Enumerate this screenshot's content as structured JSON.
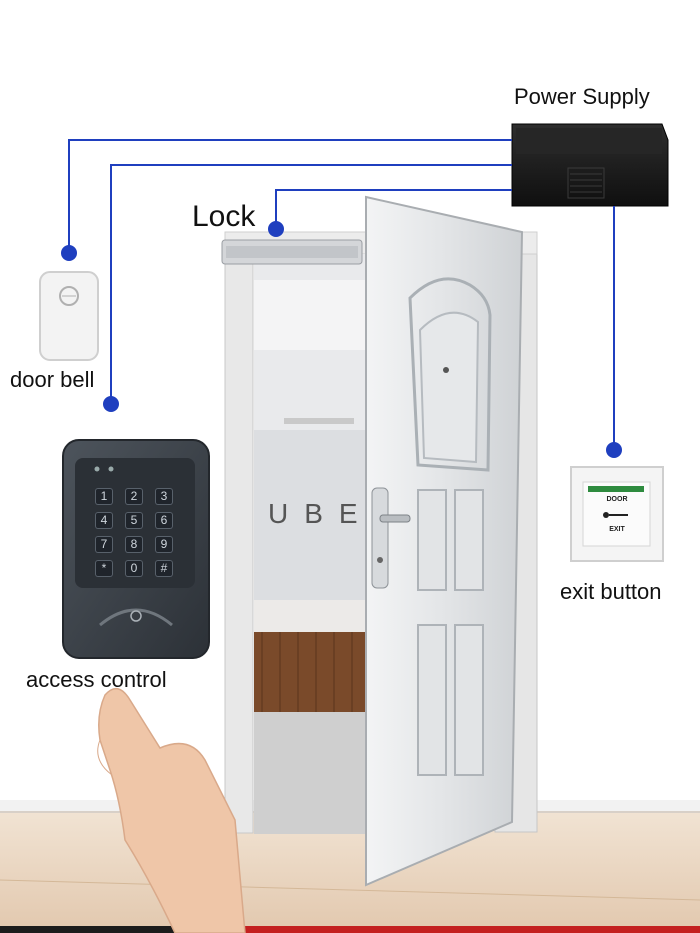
{
  "labels": {
    "power_supply": "Power Supply",
    "lock": "Lock",
    "door_bell": "door bell",
    "exit_button": "exit button",
    "access_control": "access control"
  },
  "keypad": {
    "keys": [
      "1",
      "2",
      "3",
      "4",
      "5",
      "6",
      "7",
      "8",
      "9",
      "*",
      "0",
      "#"
    ]
  },
  "exit_plate": {
    "top": "DOOR",
    "bottom": "EXIT"
  },
  "background_sign": "UBE",
  "colors": {
    "wire": "#1f3fbf",
    "door": "#e4e6e8",
    "keypad": "#3d444c",
    "floor": "#ead6c2"
  }
}
